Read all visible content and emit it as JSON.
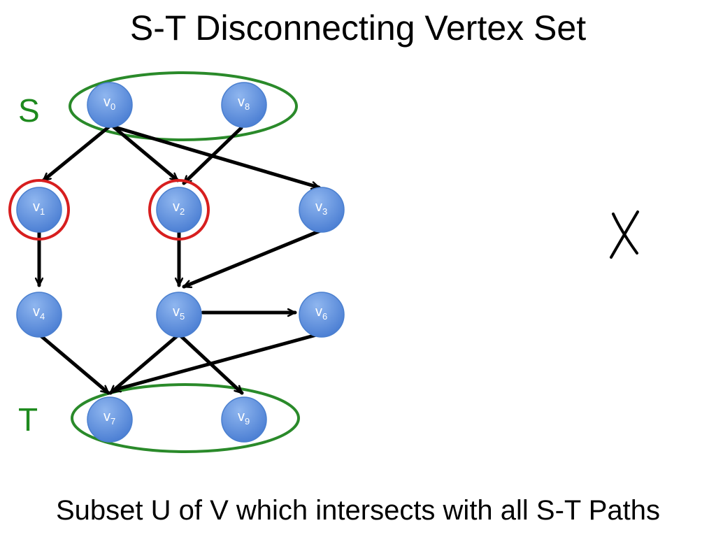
{
  "title": "S-T Disconnecting Vertex Set",
  "subtitle": "Subset U of V which intersects with all S-T Paths",
  "sets": {
    "source_label": "S",
    "target_label": "T"
  },
  "nodes": [
    {
      "id": "v0",
      "base": "v",
      "sub": "0"
    },
    {
      "id": "v8",
      "base": "v",
      "sub": "8"
    },
    {
      "id": "v1",
      "base": "v",
      "sub": "1"
    },
    {
      "id": "v2",
      "base": "v",
      "sub": "2"
    },
    {
      "id": "v3",
      "base": "v",
      "sub": "3"
    },
    {
      "id": "v4",
      "base": "v",
      "sub": "4"
    },
    {
      "id": "v5",
      "base": "v",
      "sub": "5"
    },
    {
      "id": "v6",
      "base": "v",
      "sub": "6"
    },
    {
      "id": "v7",
      "base": "v",
      "sub": "7"
    },
    {
      "id": "v9",
      "base": "v",
      "sub": "9"
    }
  ],
  "edges": [
    [
      "v0",
      "v1"
    ],
    [
      "v0",
      "v2"
    ],
    [
      "v0",
      "v3"
    ],
    [
      "v8",
      "v2"
    ],
    [
      "v1",
      "v4"
    ],
    [
      "v2",
      "v5"
    ],
    [
      "v3",
      "v5"
    ],
    [
      "v5",
      "v6"
    ],
    [
      "v4",
      "v7"
    ],
    [
      "v5",
      "v7"
    ],
    [
      "v5",
      "v9"
    ],
    [
      "v6",
      "v7"
    ]
  ],
  "highlighted": [
    "v1",
    "v2"
  ],
  "source_set": [
    "v0",
    "v8"
  ],
  "target_set": [
    "v7",
    "v9"
  ],
  "mark": "X",
  "colors": {
    "node_fill": "#5b8fdb",
    "node_stroke": "#4a7fcf",
    "set_ellipse": "#2a8a2a",
    "highlight_ring": "#d71e1e",
    "edge": "#000000"
  }
}
